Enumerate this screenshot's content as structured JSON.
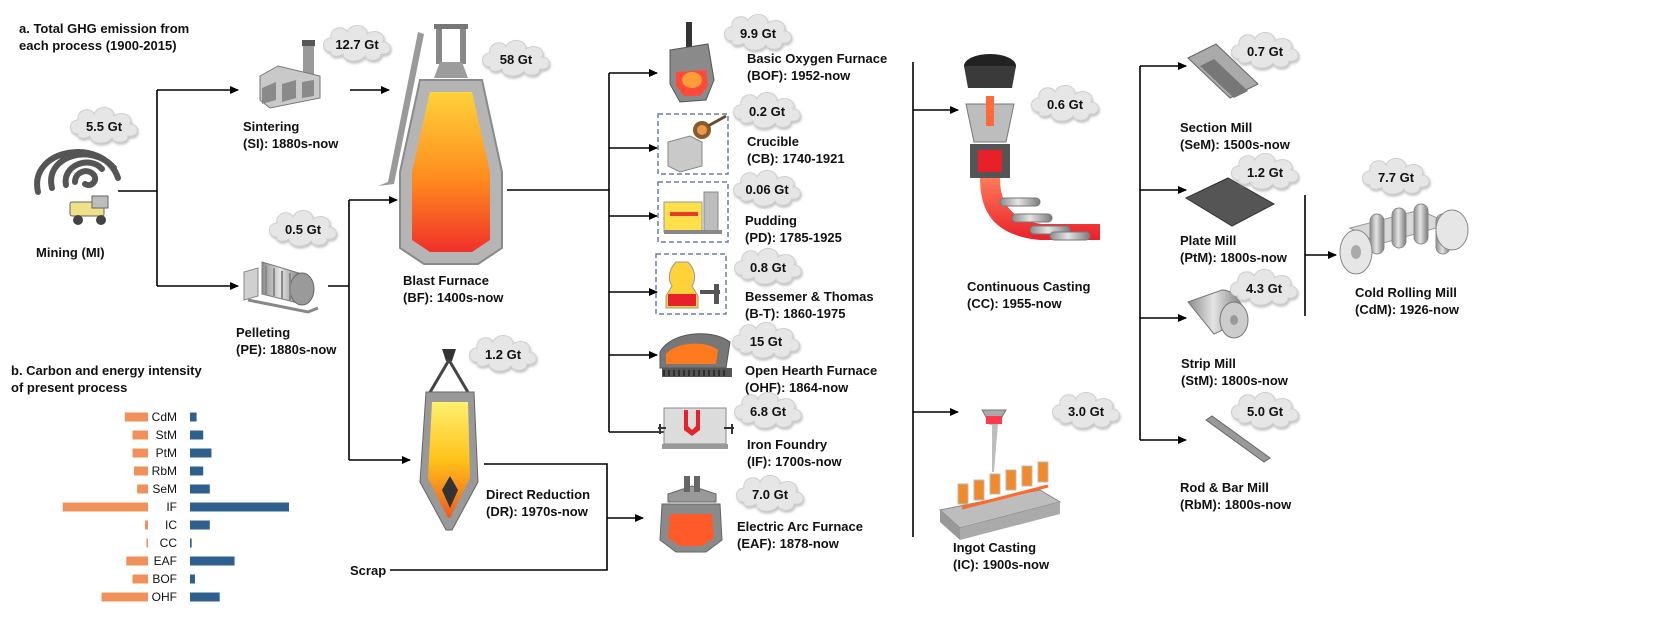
{
  "sections": {
    "a_title_line1": "a. Total GHG emission from",
    "a_title_line2": "each process (1900-2015)",
    "b_title_line1": "b. Carbon and energy intensity",
    "b_title_line2": "of present process"
  },
  "processes": {
    "mining": {
      "name": "Mining (MI)",
      "ghg": "5.5 Gt"
    },
    "sintering": {
      "name": "Sintering",
      "period": "(SI): 1880s-now",
      "ghg": "12.7 Gt"
    },
    "pelleting": {
      "name": "Pelleting",
      "period": "(PE): 1880s-now",
      "ghg": "0.5 Gt"
    },
    "blast_furnace": {
      "name": "Blast Furnace",
      "period": "(BF): 1400s-now",
      "ghg": "58 Gt"
    },
    "direct_reduction": {
      "name": "Direct Reduction",
      "period": "(DR): 1970s-now",
      "ghg": "1.2 Gt"
    },
    "scrap": {
      "name": "Scrap"
    },
    "bof": {
      "name": "Basic Oxygen Furnace",
      "period": "(BOF): 1952-now",
      "ghg": "9.9 Gt"
    },
    "crucible": {
      "name": "Crucible",
      "period": "(CB): 1740-1921",
      "ghg": "0.2 Gt"
    },
    "pudding": {
      "name": "Pudding",
      "period": "(PD): 1785-1925",
      "ghg": "0.06 Gt"
    },
    "bessemer": {
      "name": "Bessemer & Thomas",
      "period": "(B-T): 1860-1975",
      "ghg": "0.8 Gt"
    },
    "ohf": {
      "name": "Open Hearth Furnace",
      "period": "(OHF): 1864-now",
      "ghg": "15 Gt"
    },
    "iron_foundry": {
      "name": "Iron Foundry",
      "period": "(IF): 1700s-now",
      "ghg": "6.8 Gt"
    },
    "eaf": {
      "name": "Electric Arc Furnace",
      "period": "(EAF): 1878-now",
      "ghg": "7.0 Gt"
    },
    "continuous_casting": {
      "name": "Continuous Casting",
      "period": "(CC): 1955-now",
      "ghg": "0.6 Gt"
    },
    "ingot_casting": {
      "name": "Ingot Casting",
      "period": "(IC): 1900s-now",
      "ghg": "3.0 Gt"
    },
    "section_mill": {
      "name": "Section Mill",
      "period": "(SeM): 1500s-now",
      "ghg": "0.7 Gt"
    },
    "plate_mill": {
      "name": "Plate Mill",
      "period": "(PtM): 1800s-now",
      "ghg": "1.2 Gt"
    },
    "strip_mill": {
      "name": "Strip Mill",
      "period": "(StM): 1800s-now",
      "ghg": "4.3 Gt"
    },
    "rod_bar_mill": {
      "name": "Rod & Bar Mill",
      "period": "(RbM): 1800s-now",
      "ghg": "5.0 Gt"
    },
    "cold_rolling_mill": {
      "name": "Cold Rolling Mill",
      "period": "(CdM): 1926-now",
      "ghg": "7.7 Gt"
    }
  },
  "colors": {
    "orange_bar": "#f0905a",
    "blue_bar": "#2f5f8f",
    "molten": "#f04030",
    "cloud": "#e6e6e6"
  },
  "chart_data": {
    "type": "bar",
    "orientation": "horizontal-diverging",
    "categories": [
      "CdM",
      "StM",
      "PtM",
      "RbM",
      "SeM",
      "IF",
      "IC",
      "CC",
      "EAF",
      "BOF",
      "OHF"
    ],
    "series": [
      {
        "values": [
          1.5,
          1.0,
          1.0,
          0.9,
          0.7,
          5.5,
          0.2,
          0.1,
          1.4,
          1.0,
          3.0
        ]
      },
      {
        "values": [
          0.4,
          0.8,
          1.3,
          0.8,
          1.2,
          6.0,
          1.2,
          0.1,
          2.7,
          0.3,
          1.8
        ]
      }
    ],
    "title": "",
    "xlabel": "",
    "ylabel": ""
  }
}
